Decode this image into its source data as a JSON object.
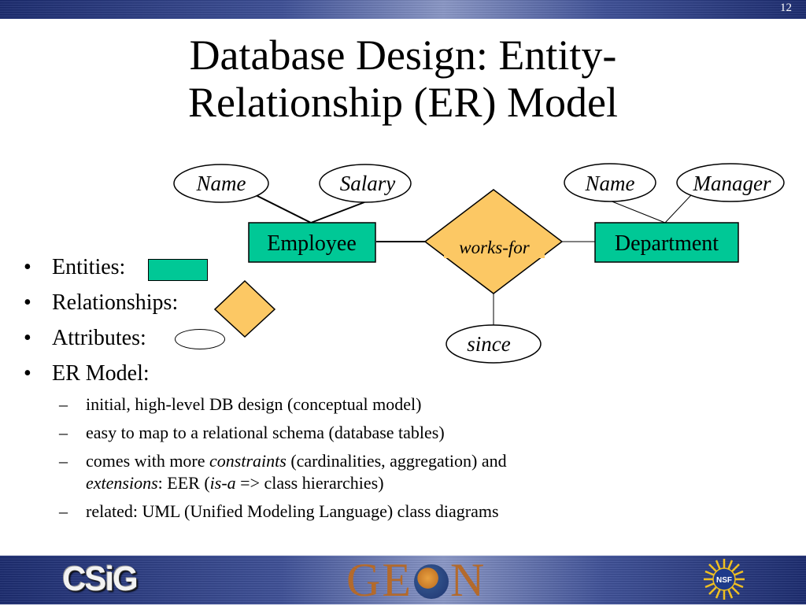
{
  "header": {
    "slide_number": "12",
    "title_line1": "Database Design: Entity-",
    "title_line2": "Relationship (ER) Model"
  },
  "diagram": {
    "entities": [
      {
        "name": "employee",
        "label": "Employee",
        "attributes": [
          "Name",
          "Salary"
        ]
      },
      {
        "name": "department",
        "label": "Department",
        "attributes": [
          "Name",
          "Manager"
        ]
      }
    ],
    "relationship": {
      "label": "works-for",
      "attribute": "since"
    }
  },
  "bullets": [
    {
      "label": "Entities:",
      "legend": "entity-rectangle"
    },
    {
      "label": "Relationships:",
      "legend": "relationship-diamond"
    },
    {
      "label": "Attributes:",
      "legend": "attribute-ellipse"
    },
    {
      "label": "ER Model:"
    }
  ],
  "sub_bullets": {
    "item1": "initial, high-level DB design (conceptual model)",
    "item2": "easy to map to a relational schema (database tables)",
    "item3_a": "comes with more ",
    "item3_b": "constraints",
    "item3_c": " (cardinalities, aggregation) and",
    "item3_d": "extensions",
    "item3_e": ": EER (",
    "item3_f": "is-a",
    "item3_g": " => class hierarchies)",
    "item4": "related: UML (Unified Modeling Language) class diagrams"
  },
  "footer": {
    "logo_left": "CSiG",
    "logo_center_a": "GE",
    "logo_center_b": "N",
    "logo_right": "NSF"
  },
  "colors": {
    "entity_fill": "#00c896",
    "relationship_fill": "#fcc864",
    "band": "#2a3a80",
    "geon_brown": "#b36a2c"
  }
}
